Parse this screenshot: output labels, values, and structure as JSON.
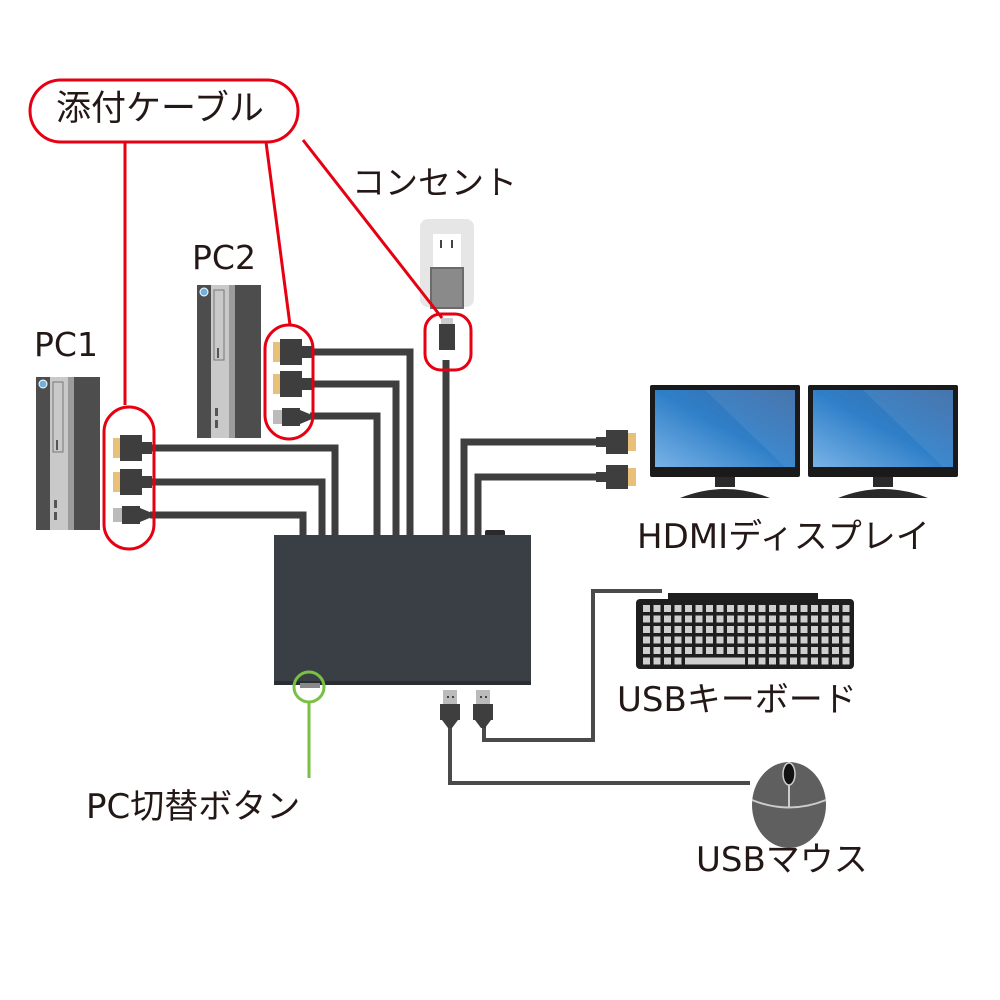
{
  "labels": {
    "bundled_cables": "添付ケーブル",
    "outlet": "コンセント",
    "pc1": "PC1",
    "pc2": "PC2",
    "hdmi_display": "HDMIディスプレイ",
    "usb_keyboard": "USBキーボード",
    "usb_mouse": "USBマウス",
    "pc_switch_button": "PC切替ボタン"
  },
  "colors": {
    "callout_red": "#e60012",
    "callout_green": "#7ac143",
    "cable": "#3e3e3e",
    "switch_body": "#3a3f45",
    "connector_gold": "#e8c07a",
    "screen_blue": "#2f7fc8"
  }
}
